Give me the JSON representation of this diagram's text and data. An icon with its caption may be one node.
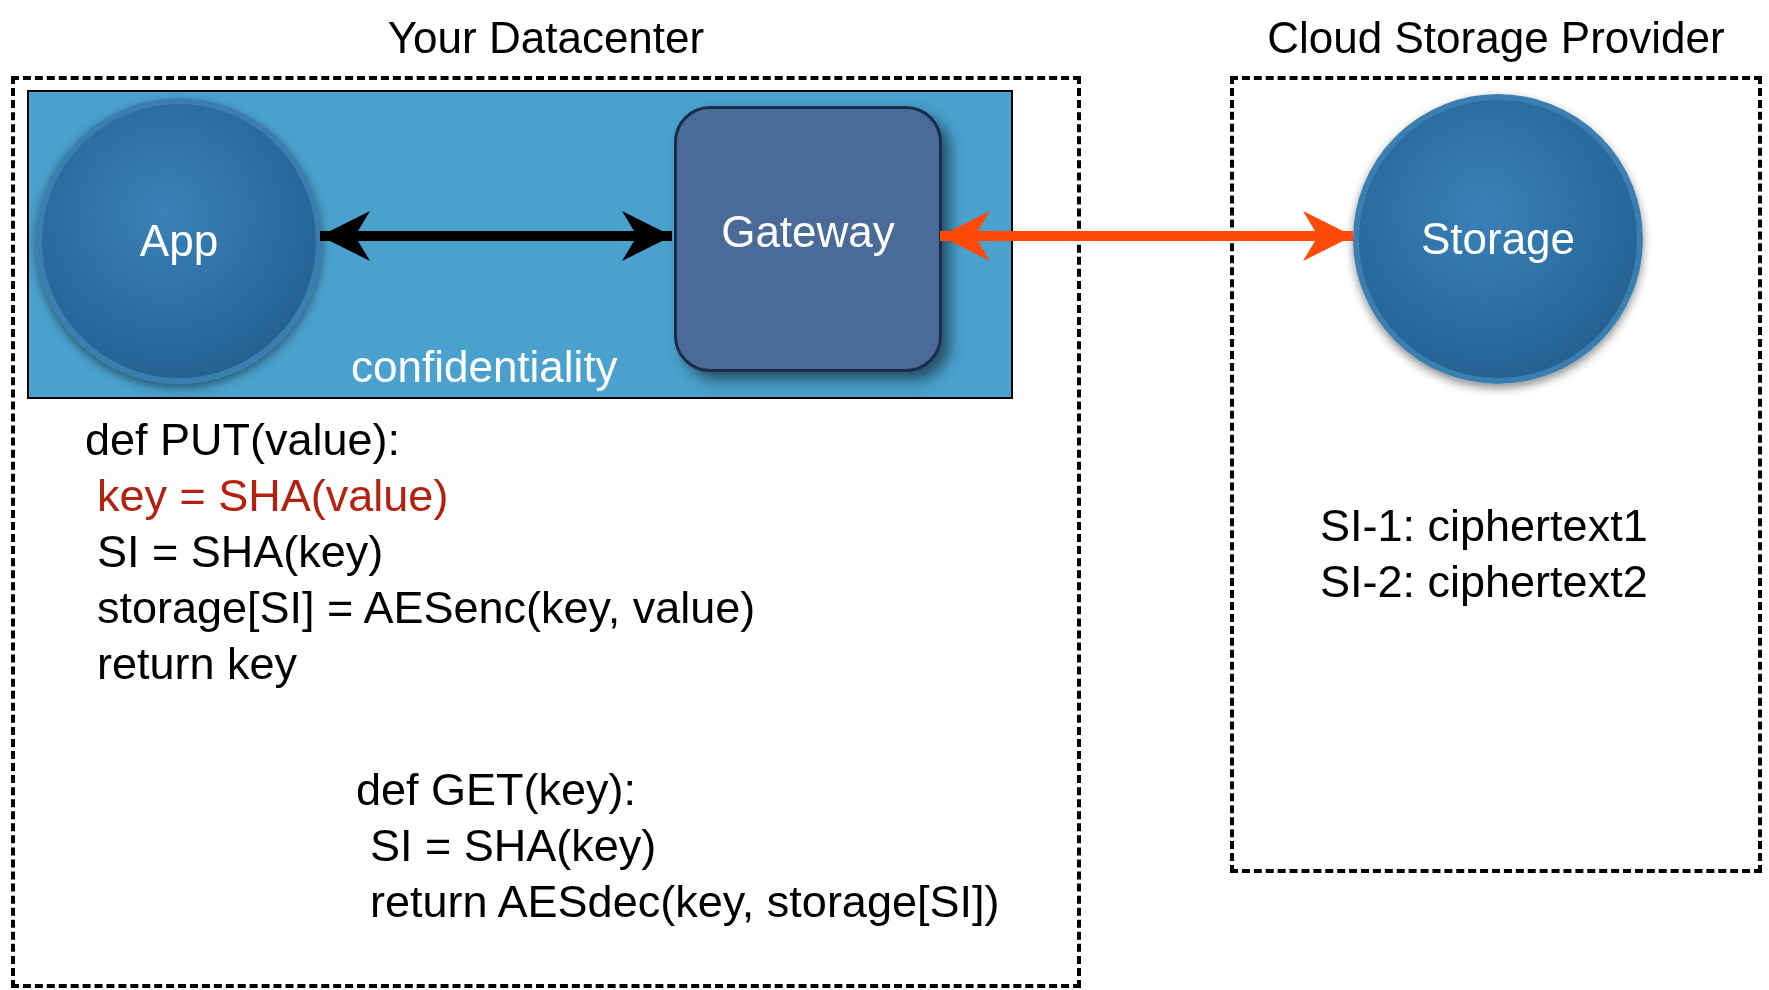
{
  "diagram": {
    "nodes": [
      {
        "text": [
          "Your Datacenter"
        ]
      },
      {
        "text": [
          "Cloud Storage Provider"
        ]
      },
      {
        "text": [
          "confidentiality"
        ],
        "in": 0
      },
      {
        "text": [
          "App"
        ],
        "in": 2
      },
      {
        "text": [
          "Gateway"
        ],
        "in": 2
      },
      {
        "text": [
          "Storage"
        ],
        "in": 1
      }
    ],
    "edges": [
      {
        "from": 3,
        "to": 4,
        "arrow": "both"
      },
      {
        "from": 4,
        "to": 5,
        "arrow": "both",
        "color": "#ff4a0a"
      }
    ],
    "labels": [
      "def PUT(value):",
      "key = SHA(value)",
      "SI = SHA(key)",
      "storage[SI] = AESenc(key, value)",
      "return key",
      "def GET(key):",
      "SI = SHA(key)",
      "return AESdec(key, storage[SI])",
      "SI-1: ciphertext1",
      "SI-2: ciphertext2"
    ]
  }
}
